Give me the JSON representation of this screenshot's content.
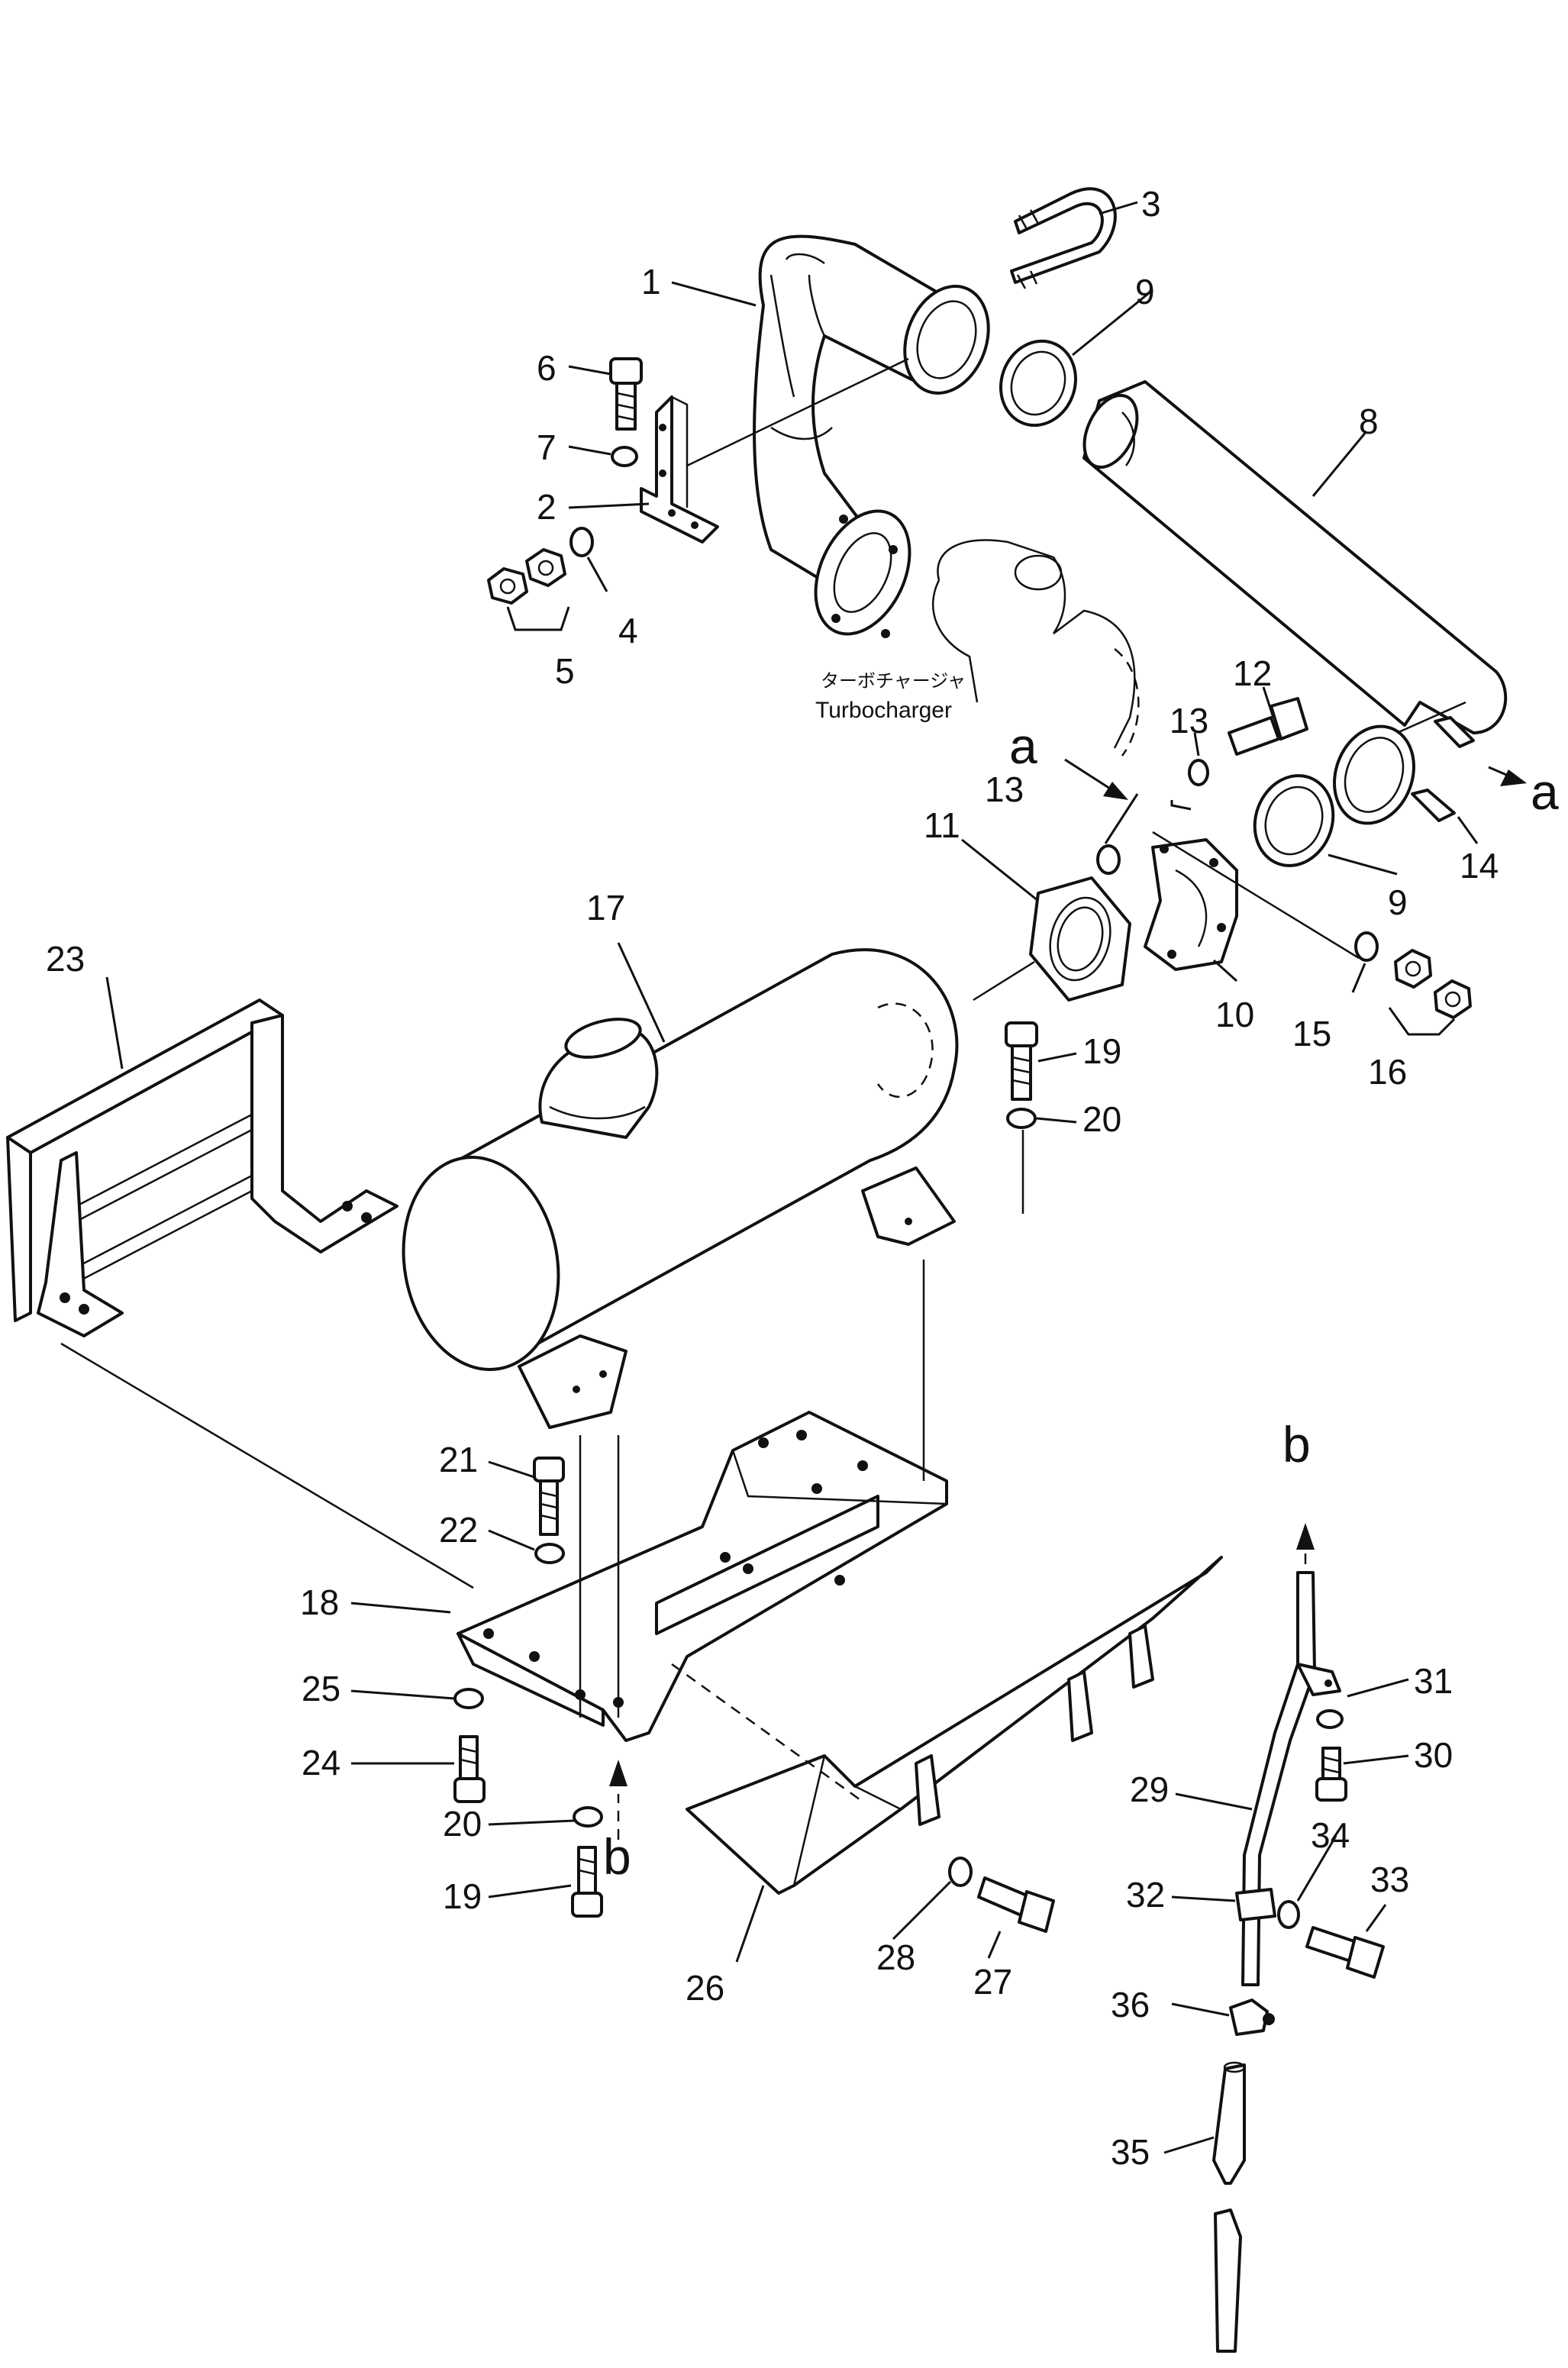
{
  "labels": {
    "p1": "1",
    "p2": "2",
    "p3": "3",
    "p4": "4",
    "p5": "5",
    "p6": "6",
    "p7": "7",
    "p8": "8",
    "p9a": "9",
    "p9b": "9",
    "p10": "10",
    "p11": "11",
    "p12": "12",
    "p13a": "13",
    "p13b": "13",
    "p14": "14",
    "p15": "15",
    "p16": "16",
    "p17": "17",
    "p18": "18",
    "p19a": "19",
    "p19b": "19",
    "p20a": "20",
    "p20b": "20",
    "p21": "21",
    "p22": "22",
    "p23": "23",
    "p24": "24",
    "p25": "25",
    "p26": "26",
    "p27": "27",
    "p28": "28",
    "p29": "29",
    "p30": "30",
    "p31": "31",
    "p32": "32",
    "p33": "33",
    "p34": "34",
    "p35": "35",
    "p36": "36"
  },
  "refs": {
    "a1": "a",
    "a2": "a",
    "b1": "b",
    "b2": "b"
  },
  "turbo": {
    "jp": "ターボチャージャ",
    "en": "Turbocharger"
  }
}
